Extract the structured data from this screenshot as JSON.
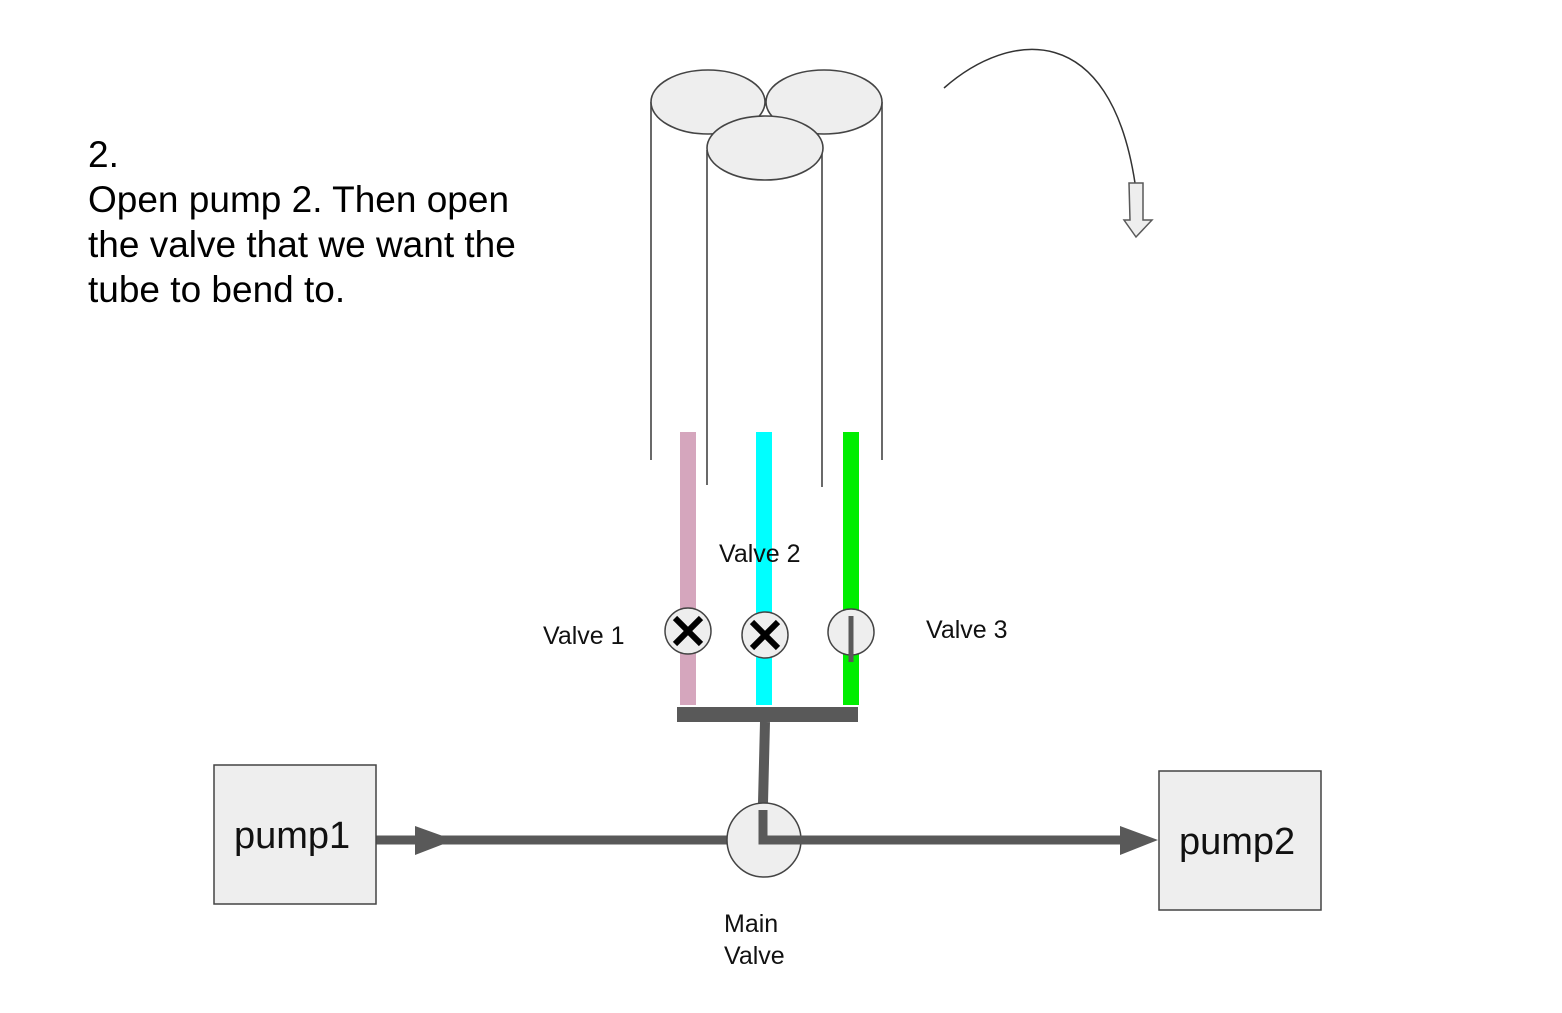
{
  "caption": {
    "step": "2.",
    "lines": [
      "Open pump 2. Then open",
      "the valve that we want the",
      "tube to bend to."
    ]
  },
  "valves": {
    "valve1": {
      "label": "Valve 1",
      "state": "closed"
    },
    "valve2": {
      "label": "Valve 2",
      "state": "closed"
    },
    "valve3": {
      "label": "Valve 3",
      "state": "open"
    }
  },
  "main_valve": {
    "label_line1": "Main",
    "label_line2": "Valve"
  },
  "pumps": {
    "pump1": {
      "label": "pump1"
    },
    "pump2": {
      "label": "pump2"
    }
  },
  "colors": {
    "tube1": "#d5a6bd",
    "tube2": "#00ffff",
    "tube3": "#00ee00",
    "pipe": "#595959",
    "fill": "#eeeeee",
    "outline": "#595959"
  }
}
